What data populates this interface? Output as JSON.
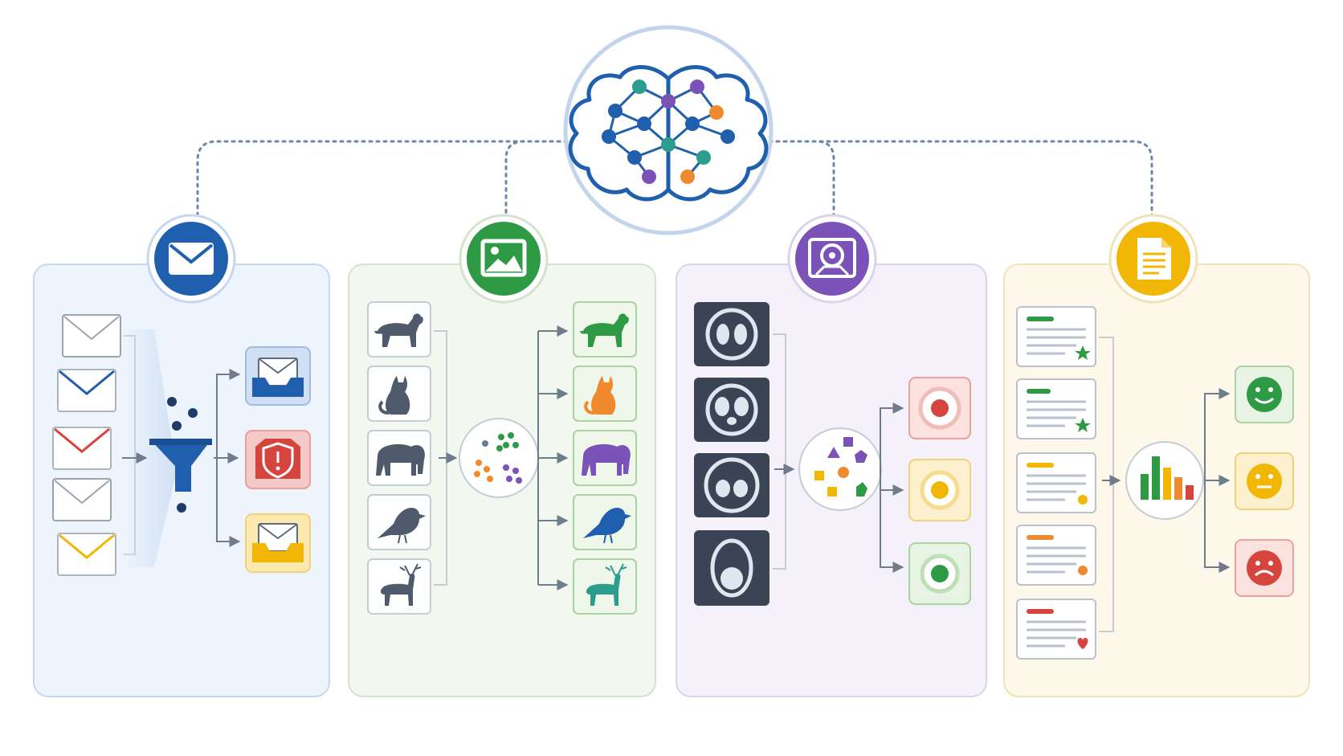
{
  "colors": {
    "blue": "#1f5fae",
    "green": "#2e9a44",
    "purple": "#7b52b8",
    "amber": "#f2b705",
    "red": "#d6453d",
    "orange": "#ef8a2e",
    "teal": "#2a9d8f",
    "slate": "#5e6b7e",
    "dark_tile": "#3a4455",
    "connector": "#6f87a6"
  },
  "hub": {
    "icon": "brain-network-icon"
  },
  "panels": [
    {
      "key": "email",
      "header_icon": "envelope-icon",
      "inputs": [
        "envelope-plain-icon",
        "envelope-blue-icon",
        "envelope-red-icon",
        "envelope-plain-icon",
        "envelope-yellow-icon"
      ],
      "processor": "funnel-filter-icon",
      "outputs": [
        "inbox-icon",
        "spam-shield-icon",
        "promotions-inbox-icon"
      ]
    },
    {
      "key": "image",
      "header_icon": "image-icon",
      "inputs": [
        "dog-icon",
        "cat-icon",
        "elephant-icon",
        "bird-icon",
        "deer-icon"
      ],
      "processor": "cluster-dots-icon",
      "outputs": [
        "dog-icon",
        "cat-icon",
        "elephant-icon",
        "bird-icon",
        "deer-icon"
      ]
    },
    {
      "key": "scan",
      "header_icon": "scan-target-icon",
      "inputs": [
        "scan-pattern-icon",
        "scan-pattern-icon",
        "scan-pattern-icon",
        "scan-pattern-icon"
      ],
      "processor": "shapes-cluster-icon",
      "outputs": [
        "red-target-icon",
        "yellow-target-icon",
        "green-target-icon"
      ]
    },
    {
      "key": "document",
      "header_icon": "document-icon",
      "inputs": [
        "review-star-icon",
        "review-star-icon",
        "review-dot-icon",
        "review-dot-icon",
        "review-heart-icon"
      ],
      "processor": "bar-chart-icon",
      "outputs": [
        "happy-face-icon",
        "neutral-face-icon",
        "sad-face-icon"
      ]
    }
  ]
}
